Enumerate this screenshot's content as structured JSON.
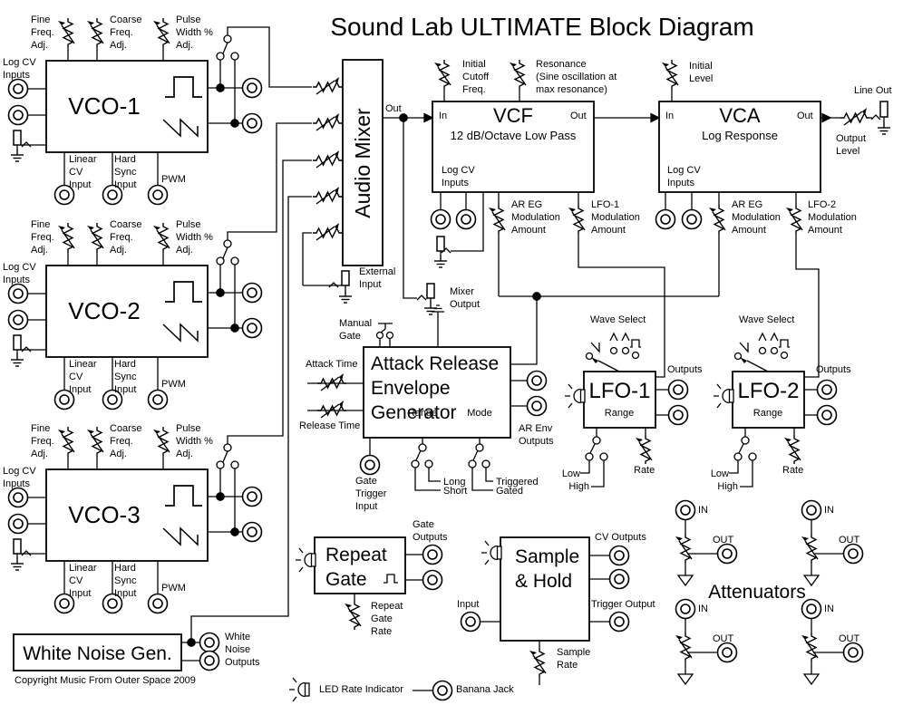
{
  "title": "Sound Lab ULTIMATE Block Diagram",
  "copyright": "Copyright Music From Outer Space 2009",
  "vco_common": {
    "fine_adj": "Fine\nFreq.\nAdj.",
    "coarse_adj": "Coarse\nFreq.\nAdj.",
    "pulse_width_adj": "Pulse\nWidth %\nAdj.",
    "log_cv_inputs": "Log CV\nInputs",
    "linear_cv_input": "Linear\nCV\nInput",
    "hard_sync_input": "Hard\nSync\nInput",
    "pwm": "PWM"
  },
  "vcos": [
    {
      "name": "VCO-1"
    },
    {
      "name": "VCO-2"
    },
    {
      "name": "VCO-3"
    }
  ],
  "mixer": {
    "name": "Audio Mixer",
    "out": "Out",
    "external_input": "External\nInput",
    "mixer_output": "Mixer\nOutput"
  },
  "vcf": {
    "name": "VCF",
    "subtitle": "12 dB/Octave Low Pass",
    "in": "In",
    "out": "Out",
    "log_cv_inputs": "Log CV\nInputs",
    "initial_cutoff": "Initial\nCutoff\nFreq.",
    "resonance": "Resonance\n(Sine oscillation at\nmax resonance)",
    "ar_eg_mod": "AR EG\nModulation\nAmount",
    "lfo1_mod": "LFO-1\nModulation\nAmount"
  },
  "vca": {
    "name": "VCA",
    "subtitle": "Log Response",
    "in": "In",
    "out": "Out",
    "log_cv_inputs": "Log CV\nInputs",
    "initial_level": "Initial\nLevel",
    "ar_eg_mod": "AR EG\nModulation\nAmount",
    "lfo2_mod": "LFO-2\nModulation\nAmount"
  },
  "line_out": {
    "label": "Line Out",
    "output_level": "Output\nLevel"
  },
  "areg": {
    "name": "Attack Release\nEnvelope\nGenerator",
    "manual_gate": "Manual\nGate",
    "attack_time": "Attack Time",
    "release_time": "Release Time",
    "range": "Range",
    "mode": "Mode",
    "long": "Long",
    "short": "Short",
    "triggered": "Triggered",
    "gated": "Gated",
    "gate_trigger_input": "Gate\nTrigger\nInput",
    "ar_env_outputs": "AR Env\nOutputs"
  },
  "lfo_common": {
    "wave_select": "Wave Select",
    "outputs": "Outputs",
    "range": "Range",
    "rate": "Rate",
    "low": "Low",
    "high": "High"
  },
  "lfos": [
    {
      "name": "LFO-1"
    },
    {
      "name": "LFO-2"
    }
  ],
  "repeat_gate": {
    "name": "Repeat\nGate",
    "gate_outputs": "Gate\nOutputs",
    "rate": "Repeat\nGate\nRate"
  },
  "sample_hold": {
    "name": "Sample\n& Hold",
    "cv_outputs": "CV Outputs",
    "trigger_output": "Trigger Output",
    "input": "Input",
    "sample_rate": "Sample\nRate"
  },
  "white_noise": {
    "name": "White Noise Gen.",
    "outputs": "White\nNoise\nOutputs"
  },
  "attenuators": {
    "title": "Attenuators",
    "in": "IN",
    "out": "OUT"
  },
  "legend": {
    "led": "LED Rate Indicator",
    "banana": "Banana Jack"
  }
}
